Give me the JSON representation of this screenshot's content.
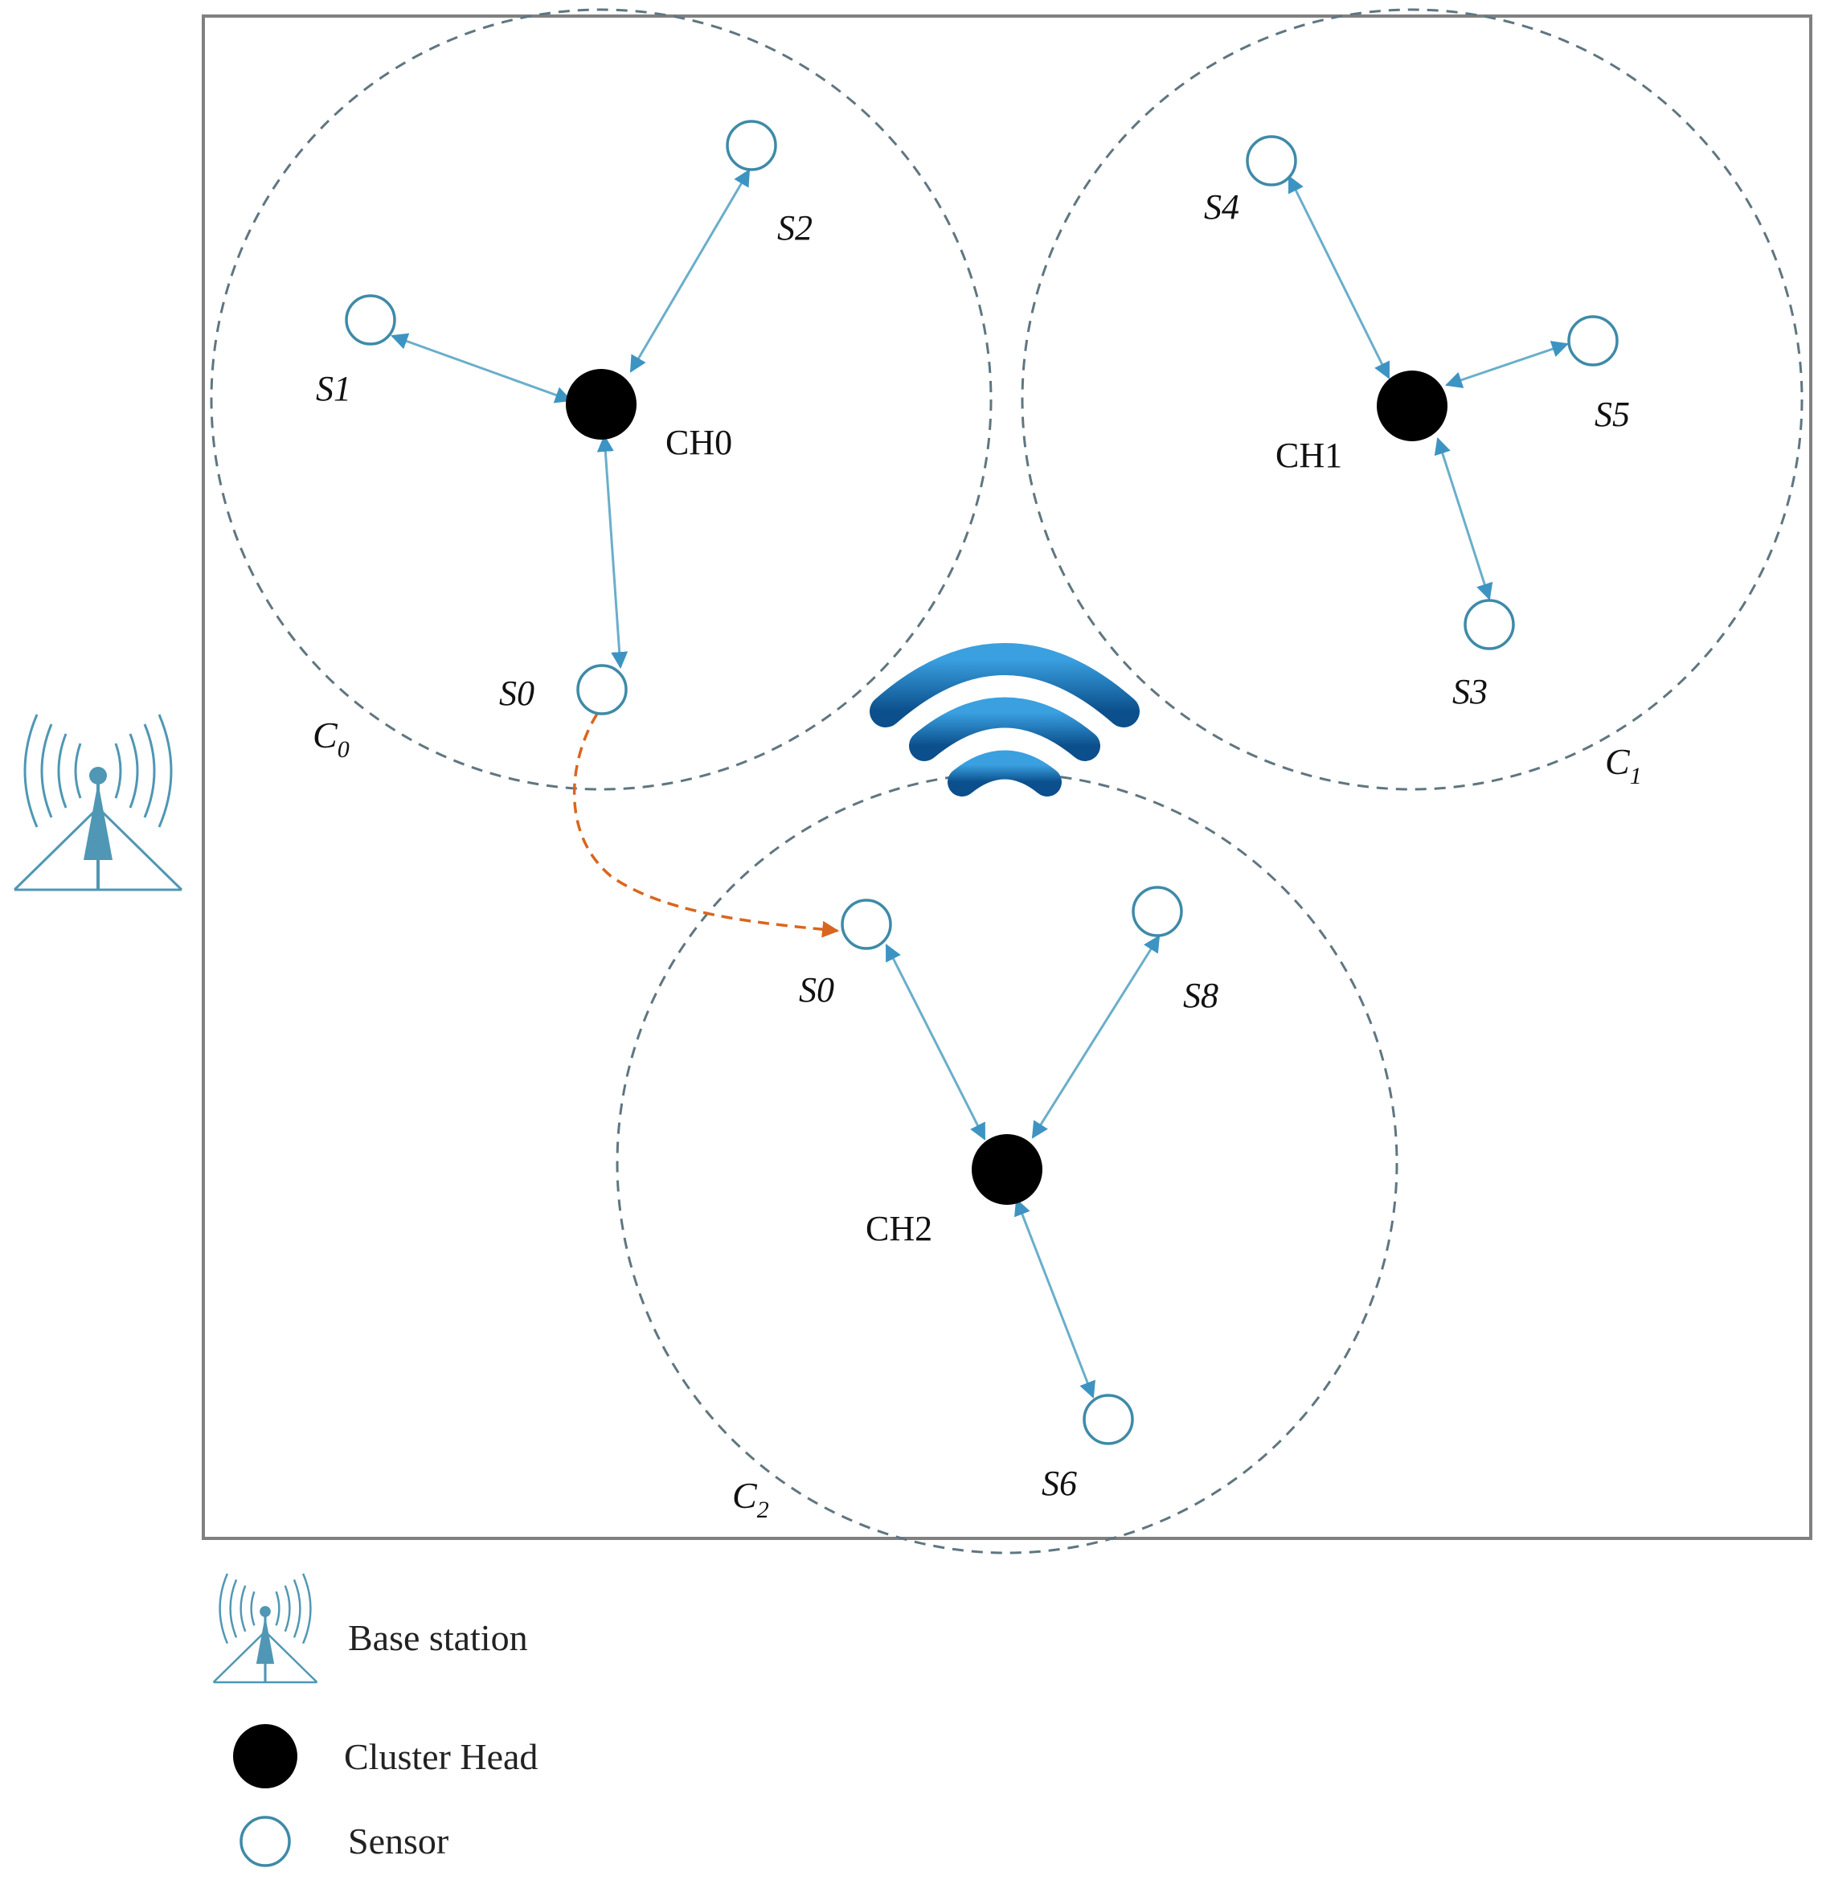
{
  "colors": {
    "frame": "#808080",
    "cluster_boundary": "#5f7680",
    "link": "#6aaecb",
    "arrowhead": "#3d94c2",
    "migration": "#d9661f",
    "cluster_head": "#000000",
    "sensor_stroke": "#3e8aa8",
    "base_station": "#4f97b4",
    "wifi_light": "#3aa0e0",
    "wifi_dark": "#0b4f8c"
  },
  "clusters": [
    {
      "id": "C0",
      "label_main": "C",
      "label_sub": "0"
    },
    {
      "id": "C1",
      "label_main": "C",
      "label_sub": "1"
    },
    {
      "id": "C2",
      "label_main": "C",
      "label_sub": "2"
    }
  ],
  "cluster_heads": [
    {
      "id": "CH0",
      "label": "CH0"
    },
    {
      "id": "CH1",
      "label": "CH1"
    },
    {
      "id": "CH2",
      "label": "CH2"
    }
  ],
  "sensors": [
    {
      "id": "c0-s1",
      "label": "S1"
    },
    {
      "id": "c0-s2",
      "label": "S2"
    },
    {
      "id": "c0-s0",
      "label": "S0"
    },
    {
      "id": "c1-s4",
      "label": "S4"
    },
    {
      "id": "c1-s5",
      "label": "S5"
    },
    {
      "id": "c1-s3",
      "label": "S3"
    },
    {
      "id": "c2-s0",
      "label": "S0"
    },
    {
      "id": "c2-s8",
      "label": "S8"
    },
    {
      "id": "c2-s6",
      "label": "S6"
    }
  ],
  "links": [
    {
      "from": "CH0",
      "to": "S1"
    },
    {
      "from": "CH0",
      "to": "S2"
    },
    {
      "from": "CH0",
      "to": "S0"
    },
    {
      "from": "CH1",
      "to": "S4"
    },
    {
      "from": "CH1",
      "to": "S5"
    },
    {
      "from": "CH1",
      "to": "S3"
    },
    {
      "from": "CH2",
      "to": "S0"
    },
    {
      "from": "CH2",
      "to": "S8"
    },
    {
      "from": "CH2",
      "to": "S6"
    }
  ],
  "migration": {
    "from_cluster": "C0",
    "to_cluster": "C2",
    "sensor": "S0"
  },
  "icons": {
    "base_station": "antenna-tower-icon",
    "wireless": "wifi-icon"
  },
  "legend": {
    "base_station": "Base station",
    "cluster_head": "Cluster Head",
    "sensor": "Sensor"
  }
}
